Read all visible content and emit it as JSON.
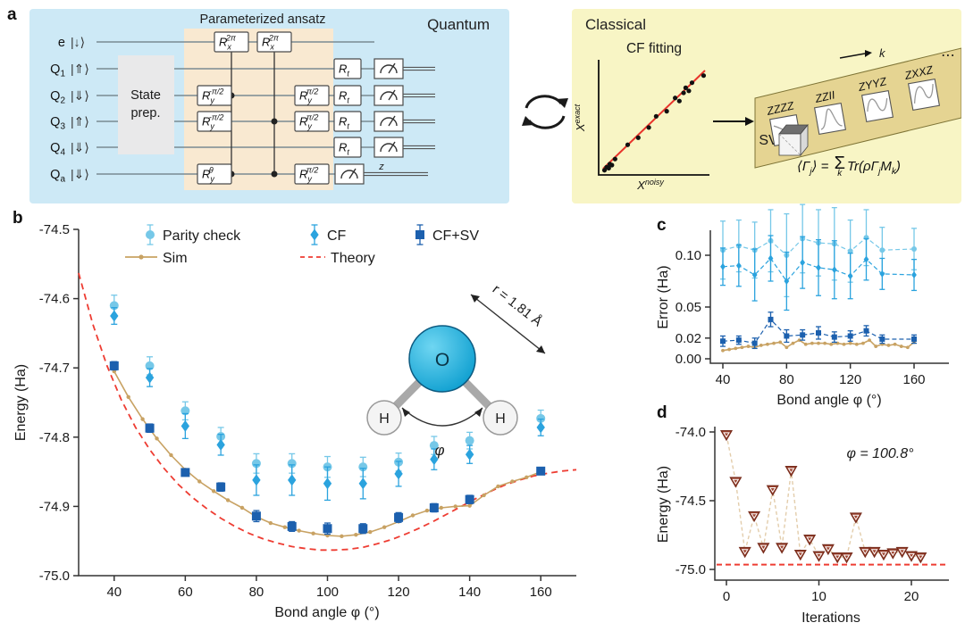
{
  "panels": {
    "a": "a",
    "b": "b",
    "c": "c",
    "d": "d"
  },
  "colors": {
    "quantum_bg": "#cde9f6",
    "ansatz_bg": "#f9e9d1",
    "stateprep_bg": "#e9e9ea",
    "classical_bg": "#f8f5c5",
    "sv_band": "#e5d492",
    "parity": "#76c8e8",
    "cf": "#2ba3de",
    "cfsv": "#1c60ae",
    "sim": "#c8a263",
    "theory": "#ee3d33",
    "iter_marker": "#9d4430",
    "iter_marker_edge": "#772c1c",
    "iter_line": "#e3cdab",
    "axis": "#333333"
  },
  "panel_a": {
    "quantum": {
      "title": "Quantum",
      "ansatz_title": "Parameterized ansatz",
      "state_prep_line1": "State",
      "state_prep_line2": "prep.",
      "qubits": [
        {
          "label": "e",
          "sub": "",
          "ket": "↓"
        },
        {
          "label": "Q",
          "sub": "1",
          "ket": "⇑"
        },
        {
          "label": "Q",
          "sub": "2",
          "ket": "⇓"
        },
        {
          "label": "Q",
          "sub": "3",
          "ket": "⇑"
        },
        {
          "label": "Q",
          "sub": "4",
          "ket": "⇓"
        },
        {
          "label": "Q",
          "sub": "a",
          "ket": "⇓"
        }
      ],
      "gates": [
        {
          "row": 0,
          "col": "x1",
          "base": "R",
          "sub": "x",
          "sup": "2π"
        },
        {
          "row": 0,
          "col": "x2",
          "base": "R",
          "sub": "x",
          "sup": "2π"
        },
        {
          "row": 2,
          "col": "ry1",
          "base": "R",
          "sub": "y",
          "sup": "-π/2"
        },
        {
          "row": 3,
          "col": "ry1",
          "base": "R",
          "sub": "y",
          "sup": "-π/2"
        },
        {
          "row": 5,
          "col": "ry1",
          "base": "R",
          "sub": "y",
          "sup": "θ"
        },
        {
          "row": 2,
          "col": "ry2",
          "base": "R",
          "sub": "y",
          "sup": "π/2"
        },
        {
          "row": 3,
          "col": "ry2",
          "base": "R",
          "sub": "y",
          "sup": "π/2"
        },
        {
          "row": 5,
          "col": "ry2",
          "base": "R",
          "sub": "y",
          "sup": "π/2"
        },
        {
          "row": 1,
          "col": "rt",
          "base": "R",
          "sub": "t",
          "sup": ""
        },
        {
          "row": 2,
          "col": "rt",
          "base": "R",
          "sub": "t",
          "sup": ""
        },
        {
          "row": 3,
          "col": "rt",
          "base": "R",
          "sub": "t",
          "sup": ""
        },
        {
          "row": 4,
          "col": "rt",
          "base": "R",
          "sub": "t",
          "sup": ""
        }
      ],
      "controls": [
        {
          "col": "x1",
          "dots": [
            2,
            5
          ]
        },
        {
          "col": "x2",
          "dots": [
            3,
            5
          ]
        }
      ],
      "meters": [
        {
          "row": 1
        },
        {
          "row": 2
        },
        {
          "row": 3
        },
        {
          "row": 4
        },
        {
          "row": 5,
          "sup": "z"
        }
      ]
    },
    "classical": {
      "title": "Classical",
      "cf_plot": {
        "title": "CF fitting",
        "xlabel_base": "X",
        "xlabel_sup": "noisy",
        "ylabel_base": "X",
        "ylabel_sup": "exact",
        "scatter": [
          [
            0.03,
            0.02
          ],
          [
            0.05,
            0.05
          ],
          [
            0.07,
            0.04
          ],
          [
            0.08,
            0.08
          ],
          [
            0.1,
            0.07
          ],
          [
            0.13,
            0.13
          ],
          [
            0.25,
            0.27
          ],
          [
            0.35,
            0.34
          ],
          [
            0.45,
            0.44
          ],
          [
            0.52,
            0.55
          ],
          [
            0.62,
            0.6
          ],
          [
            0.7,
            0.73
          ],
          [
            0.74,
            0.7
          ],
          [
            0.78,
            0.78
          ],
          [
            0.8,
            0.83
          ],
          [
            0.83,
            0.8
          ],
          [
            0.86,
            0.88
          ],
          [
            0.97,
            0.95
          ]
        ]
      },
      "sv_label": "SV",
      "pauli_labels": [
        "ZZZZ",
        "ZZII",
        "ZYYZ",
        "ZXXZ"
      ],
      "k_label": "k",
      "dots_label": "⋯",
      "formula": {
        "pre": "⟨Γ",
        "pre_sub": "j",
        "eq": "⟩ = ",
        "sigma": "Σ",
        "sigma_under": "k",
        "tr": "Tr(ρΓ",
        "tr_sub": "j",
        "m": "M",
        "m_sub": "k",
        "close": ")"
      }
    }
  },
  "chart_data": [
    {
      "id": "b",
      "type": "scatter",
      "xlabel": "Bond angle φ (°)",
      "ylabel": "Energy (Ha)",
      "xlim": [
        30,
        170
      ],
      "ylim": [
        -75.0,
        -74.5
      ],
      "xticks": [
        40,
        60,
        80,
        100,
        120,
        140,
        160
      ],
      "yticks": [
        -74.5,
        -74.6,
        -74.7,
        -74.8,
        -74.9,
        -75.0
      ],
      "grid": false,
      "legend_position": "top-inside",
      "categories_x": [
        40,
        50,
        60,
        70,
        80,
        90,
        100,
        110,
        120,
        130,
        140,
        160
      ],
      "series": [
        {
          "name": "Parity check",
          "marker": "circle",
          "color": "#76c8e8",
          "values": [
            -74.61,
            -74.697,
            -74.762,
            -74.799,
            -74.838,
            -74.838,
            -74.843,
            -74.843,
            -74.836,
            -74.812,
            -74.805,
            -74.773
          ],
          "err": [
            0.015,
            0.013,
            0.013,
            0.013,
            0.014,
            0.014,
            0.015,
            0.014,
            0.013,
            0.013,
            0.012,
            0.012
          ]
        },
        {
          "name": "CF",
          "marker": "diamond",
          "color": "#2ba3de",
          "values": [
            -74.625,
            -74.714,
            -74.784,
            -74.811,
            -74.862,
            -74.862,
            -74.867,
            -74.867,
            -74.853,
            -74.832,
            -74.825,
            -74.786
          ],
          "err": [
            0.012,
            0.013,
            0.018,
            0.015,
            0.022,
            0.022,
            0.024,
            0.022,
            0.018,
            0.015,
            0.013,
            0.012
          ]
        },
        {
          "name": "CF+SV",
          "marker": "square",
          "color": "#1c60ae",
          "values": [
            -74.697,
            -74.787,
            -74.851,
            -74.872,
            -74.914,
            -74.929,
            -74.932,
            -74.932,
            -74.916,
            -74.902,
            -74.89,
            -74.849
          ],
          "err": [
            0.006,
            0.006,
            0.005,
            0.006,
            0.008,
            0.007,
            0.008,
            0.007,
            0.007,
            0.006,
            0.006,
            0.005
          ]
        },
        {
          "name": "Sim",
          "marker": "dot-line",
          "color": "#c8a263",
          "points": [
            [
              40,
              -74.705
            ],
            [
              44,
              -74.742
            ],
            [
              48,
              -74.774
            ],
            [
              52,
              -74.802
            ],
            [
              56,
              -74.826
            ],
            [
              60,
              -74.847
            ],
            [
              64,
              -74.864
            ],
            [
              68,
              -74.878
            ],
            [
              72,
              -74.891
            ],
            [
              76,
              -74.902
            ],
            [
              80,
              -74.915
            ],
            [
              84,
              -74.924
            ],
            [
              88,
              -74.93
            ],
            [
              92,
              -74.935
            ],
            [
              96,
              -74.939
            ],
            [
              100,
              -74.942
            ],
            [
              104,
              -74.943
            ],
            [
              108,
              -74.941
            ],
            [
              112,
              -74.937
            ],
            [
              116,
              -74.93
            ],
            [
              120,
              -74.922
            ],
            [
              124,
              -74.913
            ],
            [
              128,
              -74.906
            ],
            [
              132,
              -74.902
            ],
            [
              136,
              -74.9
            ],
            [
              140,
              -74.899
            ],
            [
              144,
              -74.884
            ],
            [
              148,
              -74.871
            ],
            [
              152,
              -74.864
            ],
            [
              156,
              -74.858
            ],
            [
              160,
              -74.85
            ]
          ]
        },
        {
          "name": "Theory",
          "marker": "dashed-line",
          "color": "#ee3d33",
          "points": [
            [
              30,
              -74.563
            ],
            [
              34,
              -74.637
            ],
            [
              38,
              -74.697
            ],
            [
              42,
              -74.746
            ],
            [
              46,
              -74.786
            ],
            [
              50,
              -74.818
            ],
            [
              54,
              -74.845
            ],
            [
              58,
              -74.868
            ],
            [
              62,
              -74.887
            ],
            [
              66,
              -74.903
            ],
            [
              70,
              -74.917
            ],
            [
              74,
              -74.929
            ],
            [
              78,
              -74.939
            ],
            [
              82,
              -74.947
            ],
            [
              86,
              -74.953
            ],
            [
              90,
              -74.958
            ],
            [
              94,
              -74.961
            ],
            [
              98,
              -74.963
            ],
            [
              102,
              -74.963
            ],
            [
              106,
              -74.962
            ],
            [
              110,
              -74.959
            ],
            [
              114,
              -74.954
            ],
            [
              118,
              -74.948
            ],
            [
              122,
              -74.94
            ],
            [
              126,
              -74.931
            ],
            [
              130,
              -74.921
            ],
            [
              134,
              -74.91
            ],
            [
              138,
              -74.899
            ],
            [
              142,
              -74.888
            ],
            [
              146,
              -74.878
            ],
            [
              150,
              -74.869
            ],
            [
              154,
              -74.862
            ],
            [
              158,
              -74.856
            ],
            [
              162,
              -74.852
            ],
            [
              166,
              -74.849
            ],
            [
              170,
              -74.847
            ]
          ]
        }
      ],
      "inset": {
        "atom_o": "O",
        "atom_h": "H",
        "angle_label": "φ",
        "bond_label": "r = 1.81 Å"
      }
    },
    {
      "id": "c",
      "type": "line",
      "xlabel": "Bond angle φ (°)",
      "ylabel": "Error (Ha)",
      "xlim": [
        32,
        182
      ],
      "ylim": [
        0,
        0.125
      ],
      "xticks": [
        40,
        80,
        120,
        160
      ],
      "yticks": [
        0.0,
        0.02,
        0.05,
        0.1
      ],
      "categories_x": [
        40,
        50,
        60,
        70,
        80,
        90,
        100,
        110,
        120,
        130,
        140,
        160
      ],
      "series": [
        {
          "name": "Parity check",
          "marker": "circle",
          "color": "#76c8e8",
          "values": [
            0.105,
            0.109,
            0.105,
            0.114,
            0.1,
            0.116,
            0.112,
            0.111,
            0.104,
            0.117,
            0.105,
            0.106
          ],
          "err": [
            0.028,
            0.025,
            0.027,
            0.03,
            0.04,
            0.033,
            0.032,
            0.035,
            0.03,
            0.027,
            0.022,
            0.02
          ]
        },
        {
          "name": "CF",
          "marker": "diamond",
          "color": "#2ba3de",
          "values": [
            0.089,
            0.09,
            0.081,
            0.097,
            0.075,
            0.093,
            0.088,
            0.086,
            0.08,
            0.096,
            0.082,
            0.081
          ],
          "err": [
            0.018,
            0.02,
            0.025,
            0.022,
            0.028,
            0.025,
            0.027,
            0.028,
            0.022,
            0.02,
            0.015,
            0.015
          ]
        },
        {
          "name": "CF+SV",
          "marker": "square",
          "color": "#1c60ae",
          "values": [
            0.017,
            0.018,
            0.015,
            0.038,
            0.022,
            0.023,
            0.025,
            0.021,
            0.022,
            0.027,
            0.019,
            0.019
          ],
          "err": [
            0.005,
            0.004,
            0.005,
            0.007,
            0.006,
            0.005,
            0.006,
            0.005,
            0.005,
            0.005,
            0.004,
            0.004
          ]
        },
        {
          "name": "Sim",
          "marker": "dot-line",
          "color": "#c8a263",
          "points": [
            [
              40,
              0.008
            ],
            [
              44,
              0.009
            ],
            [
              48,
              0.01
            ],
            [
              52,
              0.011
            ],
            [
              56,
              0.012
            ],
            [
              60,
              0.011
            ],
            [
              64,
              0.013
            ],
            [
              68,
              0.014
            ],
            [
              72,
              0.015
            ],
            [
              76,
              0.016
            ],
            [
              80,
              0.011
            ],
            [
              84,
              0.015
            ],
            [
              88,
              0.018
            ],
            [
              92,
              0.014
            ],
            [
              96,
              0.015
            ],
            [
              100,
              0.015
            ],
            [
              104,
              0.015
            ],
            [
              108,
              0.014
            ],
            [
              112,
              0.015
            ],
            [
              116,
              0.014
            ],
            [
              120,
              0.015
            ],
            [
              124,
              0.014
            ],
            [
              128,
              0.015
            ],
            [
              132,
              0.018
            ],
            [
              136,
              0.012
            ],
            [
              140,
              0.014
            ],
            [
              144,
              0.013
            ],
            [
              148,
              0.014
            ],
            [
              152,
              0.012
            ],
            [
              156,
              0.011
            ],
            [
              160,
              0.016
            ]
          ]
        }
      ]
    },
    {
      "id": "d",
      "type": "line",
      "xlabel": "Iterations",
      "ylabel": "Energy (Ha)",
      "xlim": [
        -1.5,
        24
      ],
      "ylim": [
        -75.08,
        -73.96
      ],
      "xticks": [
        0,
        10,
        20
      ],
      "yticks": [
        -74.0,
        -74.5,
        -75.0
      ],
      "annotation": "φ = 100.8°",
      "x": [
        0,
        1,
        2,
        3,
        4,
        5,
        6,
        7,
        8,
        9,
        10,
        11,
        12,
        13,
        14,
        15,
        16,
        17,
        18,
        19,
        20,
        21
      ],
      "values": [
        -74.02,
        -74.36,
        -74.87,
        -74.61,
        -74.84,
        -74.42,
        -74.84,
        -74.28,
        -74.89,
        -74.78,
        -74.9,
        -74.85,
        -74.91,
        -74.91,
        -74.62,
        -74.87,
        -74.87,
        -74.89,
        -74.88,
        -74.87,
        -74.9,
        -74.91
      ],
      "ref_line": -74.965
    }
  ]
}
